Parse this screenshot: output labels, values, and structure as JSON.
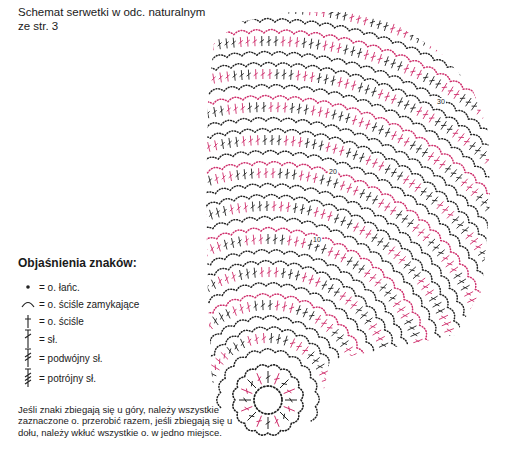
{
  "diagram": {
    "title": "Schemat serwetki w odc. naturalnym ze str. 3",
    "labels": [
      "Objaśnienia znaków:",
      "Jeśli znaki zbiegają się u góry, należy wszystkie zaznaczone o. przerobić razem, jeśli zbiegają się u dołu, należy wkłuć wszystkie o. w jedno miejsce.",
      "10",
      "20",
      "30"
    ],
    "legend": [
      {
        "text": "= o. łańc."
      },
      {
        "text": "= o. ściśle zamykające"
      },
      {
        "text": "= o. ściśle"
      },
      {
        "text": "= sł."
      },
      {
        "text": "= podwójny sł."
      },
      {
        "text": "= potrójny sł."
      }
    ]
  }
}
